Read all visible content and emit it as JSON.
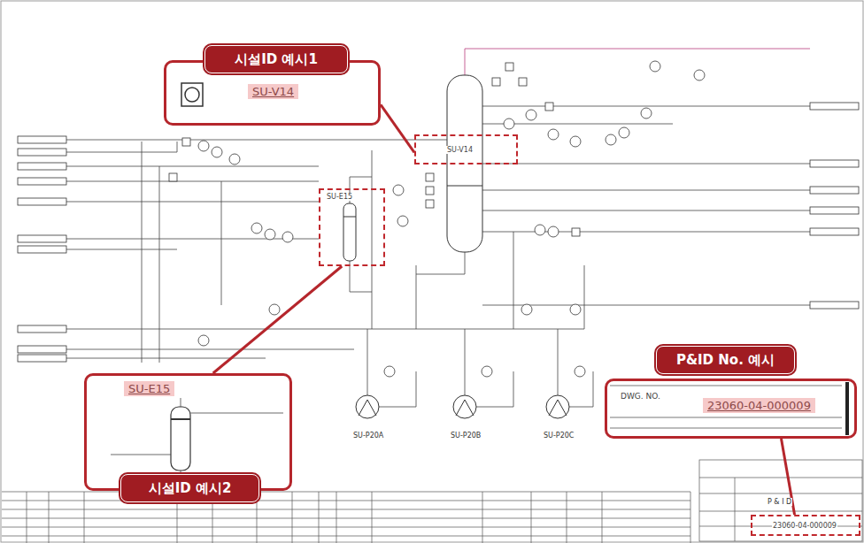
{
  "diagram": {
    "nodes": [
      {
        "text": [
          "시설ID 예시1",
          "SU-V14"
        ]
      },
      {
        "text": [
          "SU-V14"
        ]
      },
      {
        "text": [
          "SU-E15"
        ]
      },
      {
        "text": [
          "시설ID 예시2",
          "SU-E15"
        ]
      },
      {
        "text": [
          "P&ID No. 예시",
          "DWG. NO.",
          "23060-04-000009"
        ]
      },
      {
        "text": [
          "23060-04-000009"
        ]
      }
    ],
    "edges": [
      {
        "from": 0,
        "to": 1,
        "arrow": "none"
      },
      {
        "from": 3,
        "to": 2,
        "arrow": "none"
      },
      {
        "from": 4,
        "to": 5,
        "arrow": "none"
      }
    ],
    "labels": [
      "SU-P20A",
      "SU-P20B",
      "SU-P20C",
      "P & I D"
    ]
  }
}
